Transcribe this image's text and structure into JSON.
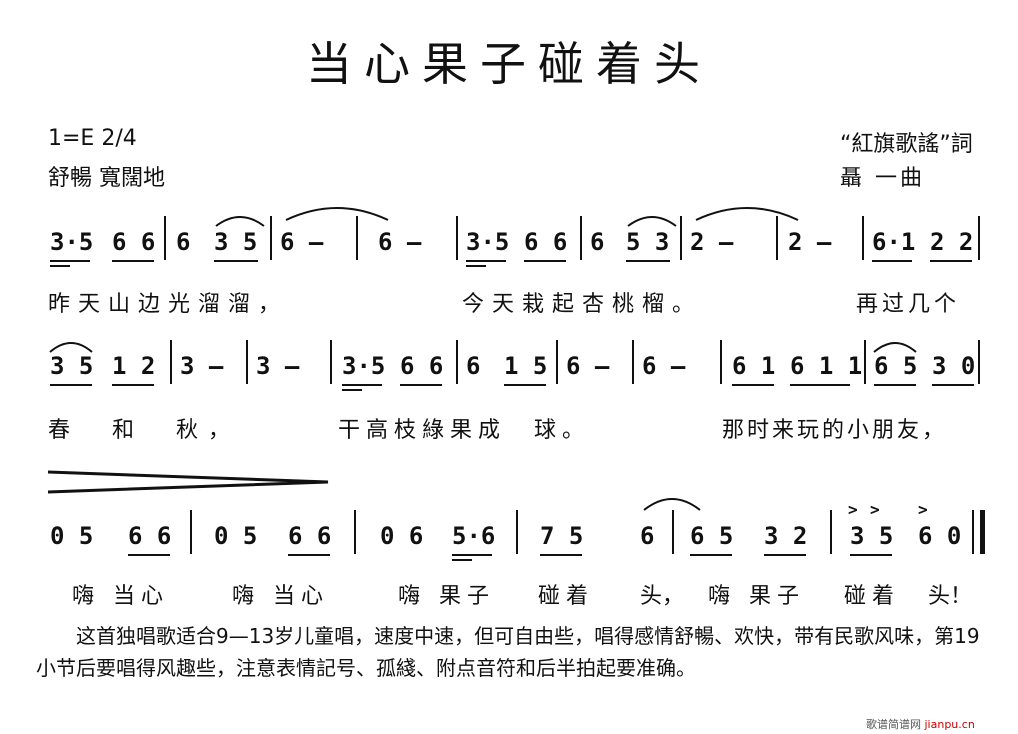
{
  "title": "当心果子碰着头",
  "key_signature": "1=E 2/4",
  "tempo_marking": "舒暢 寬闊地",
  "lyricist": "“紅旗歌謠”詞",
  "composer": "聶 一曲",
  "rows": [
    {
      "notes": [
        "3·5",
        "6 6",
        "6",
        "3 5",
        "6 —",
        "6 —",
        "3·5",
        "6 6",
        "6",
        "5 3",
        "2 —",
        "2 —",
        "6·1",
        "2 2"
      ],
      "lyrics": [
        "昨天山边光溜溜，",
        "今天栽起杏桃榴。",
        "再过几个"
      ]
    },
    {
      "notes": [
        "3 5",
        "1 2",
        "3 —",
        "3 —",
        "3·5",
        "6 6",
        "6",
        "1 5",
        "6 —",
        "6 —",
        "6 1",
        "6 1 1",
        "6 5",
        "3 0"
      ],
      "lyrics": [
        "春　和　秋，",
        "干高枝綠果成　球。",
        "那时来玩的小朋友，"
      ]
    },
    {
      "notes": [
        "0 5",
        "6 6",
        "0 5",
        "6 6",
        "0 6",
        "5·6",
        "7 5",
        "6",
        "6 5",
        "3 2",
        "3 5",
        "6 0"
      ],
      "lyrics": [
        "嗨 当心",
        "嗨 当心",
        "嗨 果子",
        "碰着",
        "头，",
        "嗨 果子",
        "碰着",
        "头！"
      ]
    }
  ],
  "description": "这首独唱歌适合9—13岁儿童唱，速度中速，但可自由些，唱得感情舒暢、欢快，带有民歌风味，第19小节后要唱得风趣些，注意表情記号、孤綫、附点音符和后半拍起要准确。",
  "watermark": {
    "site": "歌谱简谱网",
    "url": "jianpu.cn"
  }
}
